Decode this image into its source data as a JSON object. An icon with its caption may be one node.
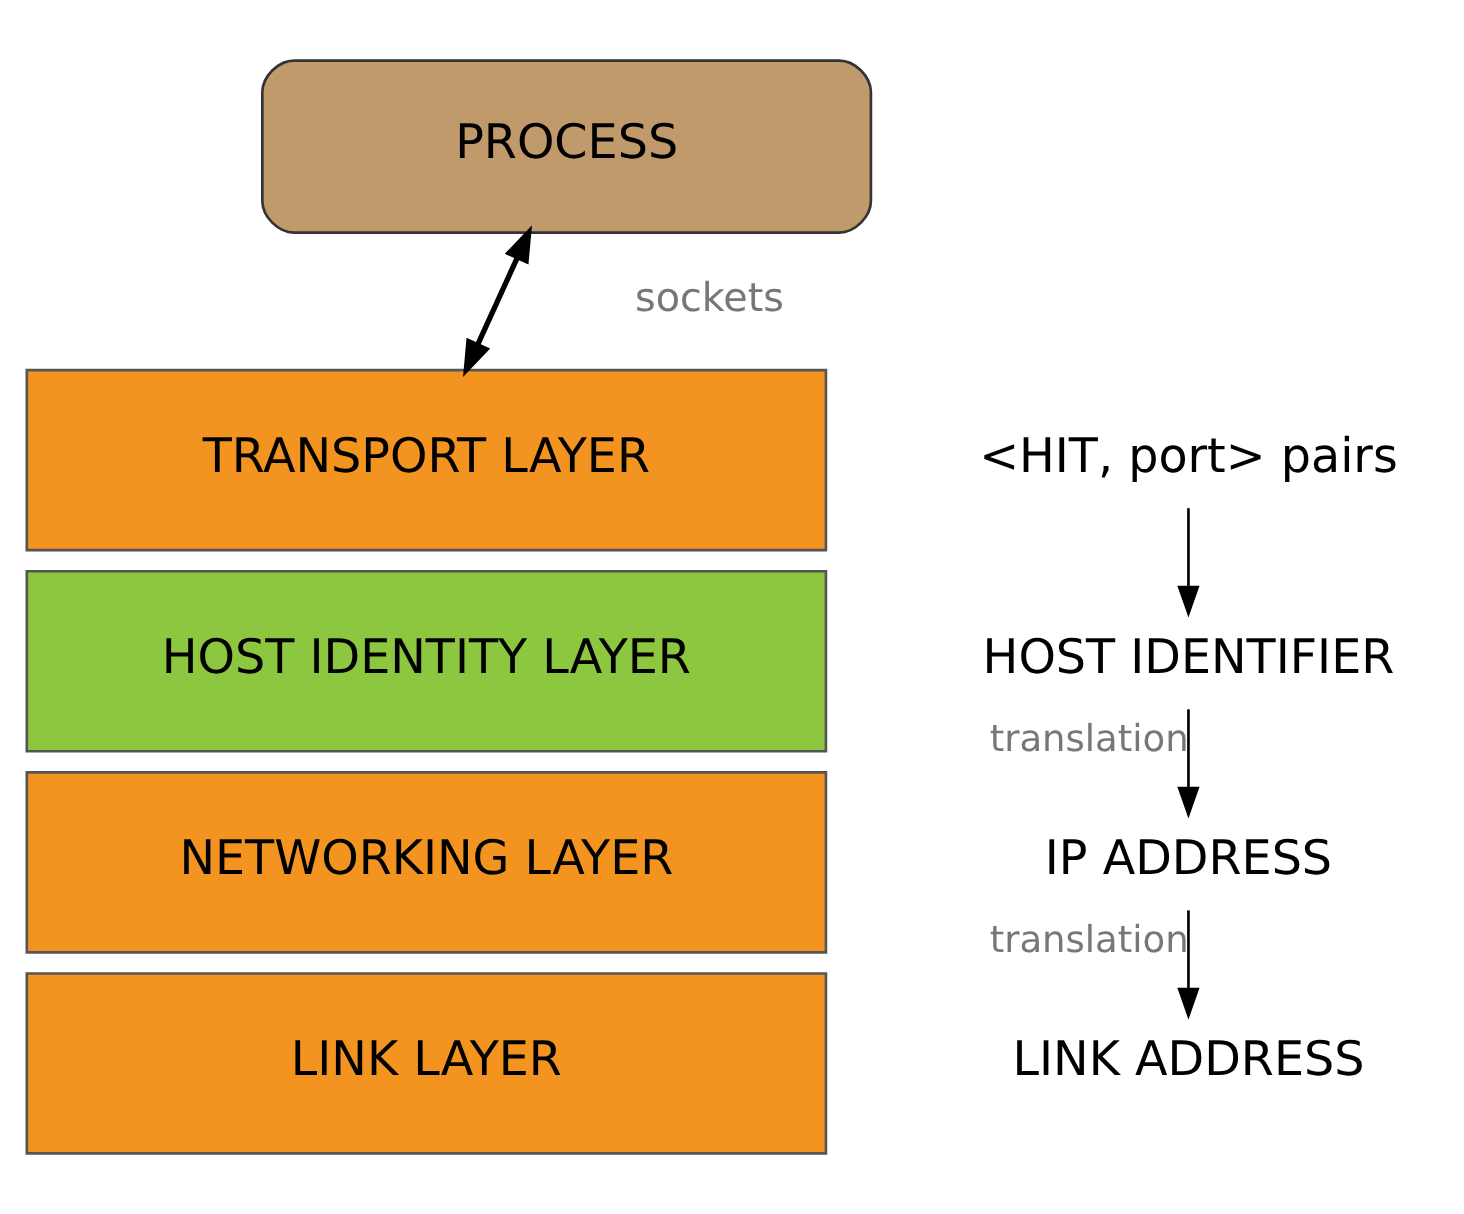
{
  "diagram": {
    "nodes": [
      {
        "text": [
          "PROCESS"
        ]
      },
      {
        "text": [
          "TRANSPORT LAYER"
        ]
      },
      {
        "text": [
          "HOST IDENTITY LAYER"
        ]
      },
      {
        "text": [
          "NETWORKING LAYER"
        ]
      },
      {
        "text": [
          "LINK LAYER"
        ]
      },
      {
        "text": [
          "<HIT, port> pairs"
        ]
      },
      {
        "text": [
          "HOST IDENTIFIER"
        ]
      },
      {
        "text": [
          "IP ADDRESS"
        ]
      },
      {
        "text": [
          "LINK ADDRESS"
        ]
      }
    ],
    "edges": [
      {
        "from": 0,
        "to": 1,
        "arrow": "both"
      },
      {
        "from": 5,
        "to": 6,
        "arrow": "to"
      },
      {
        "from": 6,
        "to": 7,
        "arrow": "to",
        "label": "translation"
      },
      {
        "from": 7,
        "to": 8,
        "arrow": "to",
        "label": "translation"
      }
    ],
    "labels": [
      "sockets"
    ]
  }
}
